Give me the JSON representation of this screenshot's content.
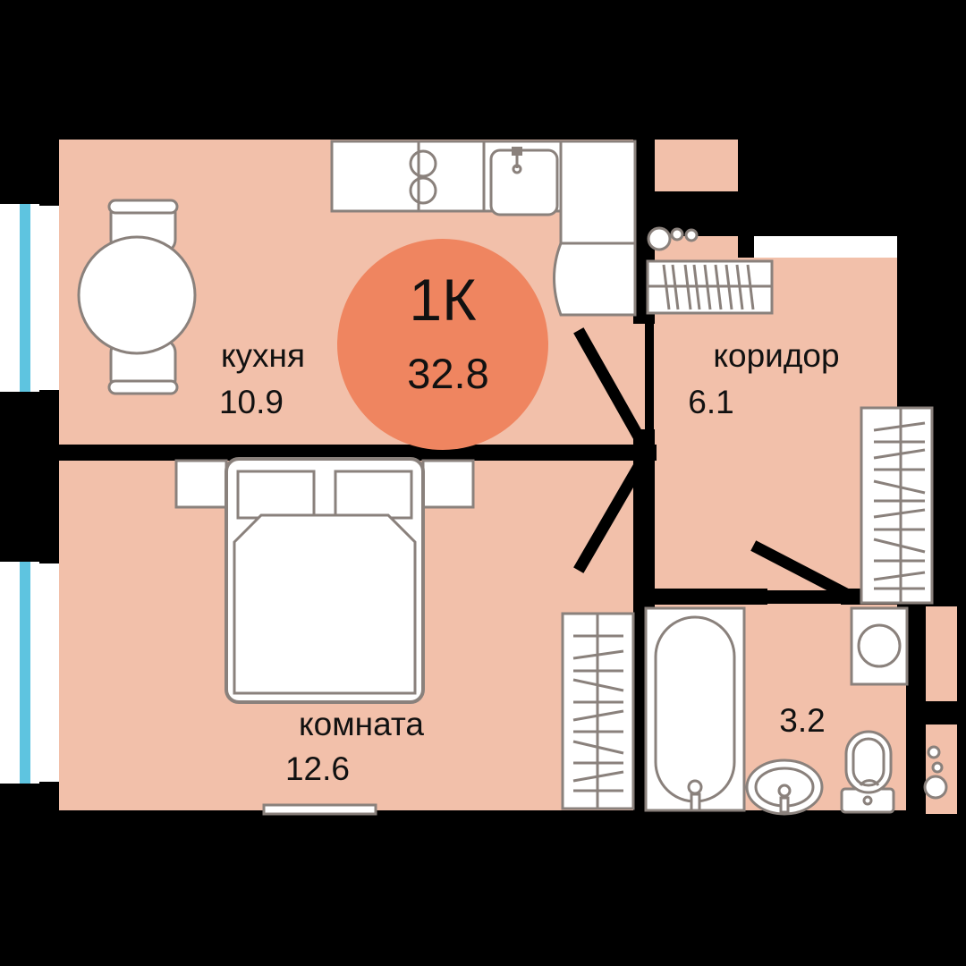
{
  "plan": {
    "type": "apartment-floor-plan",
    "badge": {
      "title": "1К",
      "area": "32.8"
    },
    "rooms": [
      {
        "key": "kitchen",
        "label": "кухня",
        "area": "10.9"
      },
      {
        "key": "corridor",
        "label": "коридор",
        "area": "6.1"
      },
      {
        "key": "bedroom",
        "label": "комната",
        "area": "12.6"
      },
      {
        "key": "bathroom",
        "label": "",
        "area": "3.2"
      }
    ],
    "colors": {
      "floor": "#f2c0aa",
      "badge": "#ef8560",
      "wall": "#000000",
      "furniture_fill": "#ffffff",
      "furniture_stroke": "#8a817c",
      "window_glass": "#5ec4e0",
      "window_frame": "#ffffff"
    },
    "fixtures": [
      {
        "name": "dining-table",
        "room": "kitchen"
      },
      {
        "name": "dining-chair-top",
        "room": "kitchen"
      },
      {
        "name": "dining-chair-bottom",
        "room": "kitchen"
      },
      {
        "name": "kitchen-counter",
        "room": "kitchen"
      },
      {
        "name": "cooktop",
        "room": "kitchen"
      },
      {
        "name": "kitchen-sink",
        "room": "kitchen"
      },
      {
        "name": "refrigerator",
        "room": "kitchen"
      },
      {
        "name": "bed",
        "room": "bedroom"
      },
      {
        "name": "nightstand-left",
        "room": "bedroom"
      },
      {
        "name": "nightstand-right",
        "room": "bedroom"
      },
      {
        "name": "wardrobe-bedroom",
        "room": "bedroom"
      },
      {
        "name": "wardrobe-corridor",
        "room": "corridor"
      },
      {
        "name": "wardrobe-entry",
        "room": "corridor"
      },
      {
        "name": "bathtub",
        "room": "bathroom"
      },
      {
        "name": "washbasin",
        "room": "bathroom"
      },
      {
        "name": "toilet",
        "room": "bathroom"
      },
      {
        "name": "washing-machine",
        "room": "bathroom"
      },
      {
        "name": "water-meter",
        "room": "corridor"
      },
      {
        "name": "riser-pipes",
        "room": "shaft"
      }
    ],
    "openings": [
      {
        "name": "window-kitchen",
        "wall": "left"
      },
      {
        "name": "window-bedroom",
        "wall": "left"
      },
      {
        "name": "door-kitchen-swing",
        "wall": "interior"
      },
      {
        "name": "door-bedroom-swing",
        "wall": "interior"
      },
      {
        "name": "door-bathroom-swing",
        "wall": "interior"
      },
      {
        "name": "entry-door",
        "wall": "top-right"
      }
    ]
  }
}
